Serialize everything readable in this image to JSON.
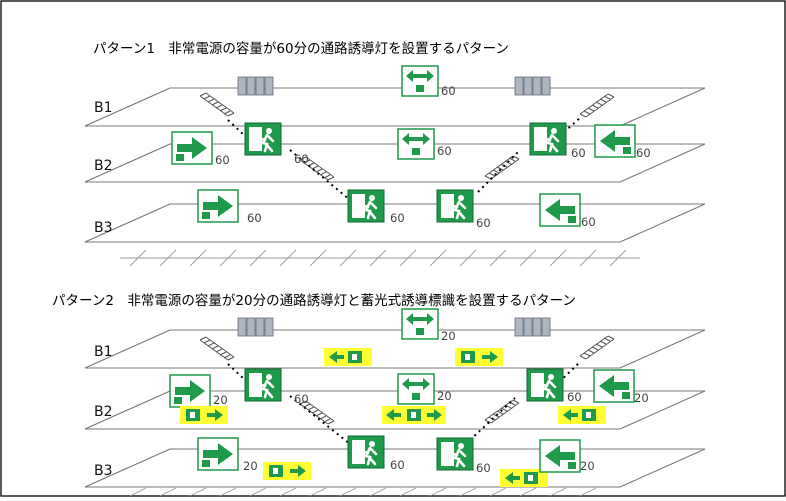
{
  "colors": {
    "sign_green": "#1f9a4a",
    "storage_yellow": "#ffff33",
    "outline": "#000000"
  },
  "pattern1": {
    "title": "パターン1　非常電源の容量が60分の通路誘導灯を設置するパターン",
    "floors": [
      "B1",
      "B2",
      "B3"
    ],
    "capacity_label": "60"
  },
  "pattern2": {
    "title": "パターン2　非常電源の容量が20分の通路誘導灯と蓄光式誘導標識を設置するパターン",
    "floors": [
      "B1",
      "B2",
      "B3"
    ],
    "capacity_label": "20",
    "exit_capacity_label": "60"
  },
  "icons": {
    "exit_sign": "running-man-exit-icon",
    "passage_sign": "arrow-passage-icon",
    "stair": "stair-icon",
    "storage_sign": "phosphorescent-arrow-sign-icon"
  }
}
